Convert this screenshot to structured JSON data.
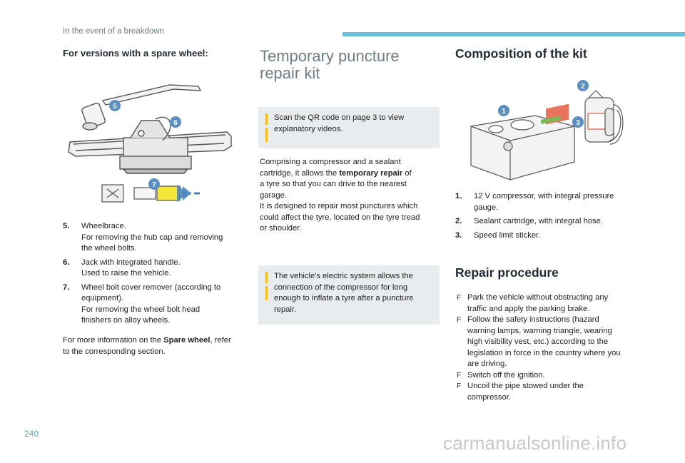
{
  "header": {
    "section": "In the event of a breakdown"
  },
  "page_number": "240",
  "watermark": "carmanualsonline.info",
  "col1": {
    "title": "For versions with a spare wheel:",
    "figure_labels": [
      "5",
      "6",
      "7"
    ],
    "items": [
      {
        "num": "5.",
        "lines": [
          "Wheelbrace.",
          "For removing the hub cap and removing",
          "the wheel bolts."
        ]
      },
      {
        "num": "6.",
        "lines": [
          "Jack with integrated handle.",
          "Used to raise the vehicle."
        ]
      },
      {
        "num": "7.",
        "lines": [
          "Wheel bolt cover remover (according to",
          "equipment).",
          "For removing the wheel bolt head",
          "finishers on alloy wheels."
        ]
      }
    ],
    "more_info_pre": "For more information on the ",
    "more_info_bold": "Spare wheel",
    "more_info_post": ", refer",
    "more_info_line2": "to the corresponding section."
  },
  "col2": {
    "title_line1": "Temporary puncture",
    "title_line2": "repair kit",
    "info1_line1": "Scan the QR code on page 3 to view",
    "info1_line2": "explanatory videos.",
    "body_line1": "Comprising a compressor and a sealant",
    "body_line2_pre": "cartridge, it allows the ",
    "body_line2_bold": "temporary repair",
    "body_line2_post": " of",
    "body_line3": "a tyre so that you can drive to the nearest",
    "body_line4": "garage.",
    "body_line5": "It is designed to repair most punctures which",
    "body_line6": "could affect the tyre, located on the tyre tread",
    "body_line7": "or shoulder.",
    "info2_lines": [
      "The vehicle's electric system allows the",
      "connection of the compressor for long",
      "enough to inflate a tyre after a puncture",
      "repair."
    ]
  },
  "col3": {
    "title": "Composition of the kit",
    "figure_labels": [
      "1",
      "2",
      "3"
    ],
    "items": [
      {
        "num": "1.",
        "lines": [
          "12 V compressor, with integral pressure",
          "gauge."
        ]
      },
      {
        "num": "2.",
        "lines": [
          "Sealant cartridge, with integral hose."
        ]
      },
      {
        "num": "3.",
        "lines": [
          "Speed limit sticker."
        ]
      }
    ],
    "title2": "Repair procedure",
    "bullet": "F",
    "steps": [
      [
        "Park the vehicle without obstructing any",
        "traffic and apply the parking brake."
      ],
      [
        "Follow the safety instructions (hazard",
        "warning lamps, warning triangle, wearing",
        "high visibility vest, etc.) according to the",
        "legislation in force in the country where you",
        "are driving."
      ],
      [
        "Switch off the ignition."
      ],
      [
        "Uncoil the pipe stowed under the",
        "compressor."
      ]
    ]
  }
}
